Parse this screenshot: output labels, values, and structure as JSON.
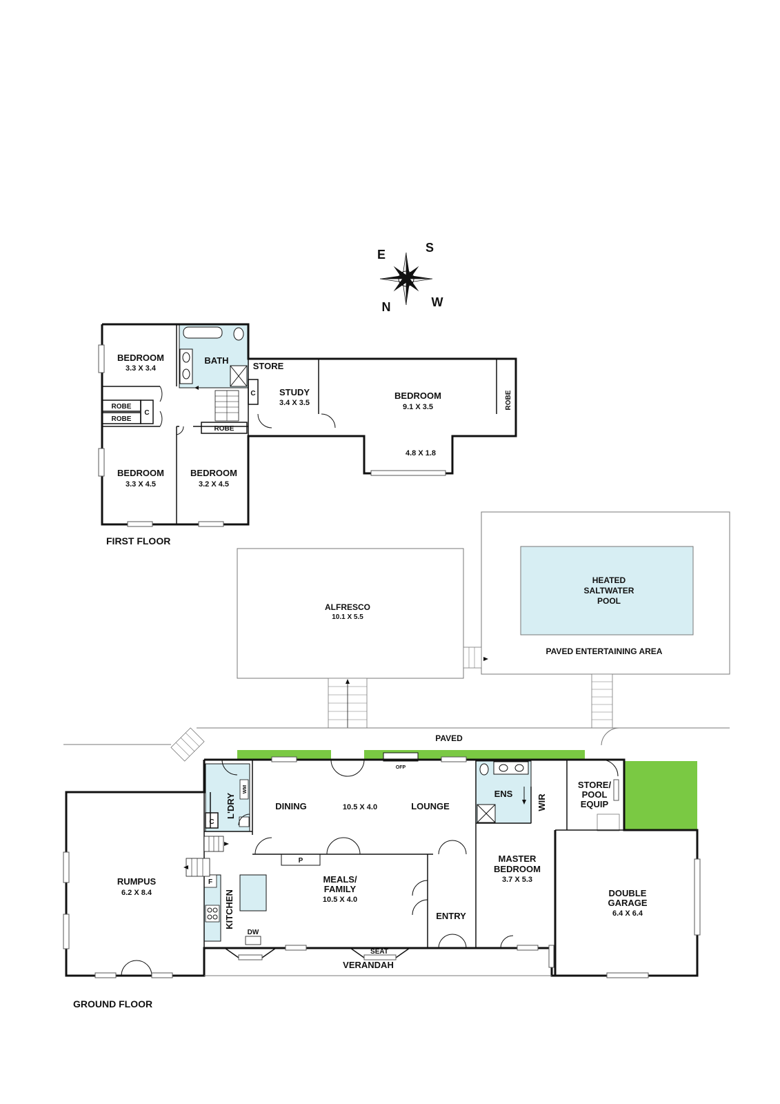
{
  "compass": {
    "east": "E",
    "south": "S",
    "west": "W",
    "north": "N"
  },
  "first_floor": {
    "label": "FIRST FLOOR",
    "bedroom_nw": {
      "name": "BEDROOM",
      "dims": "3.3 X 3.4"
    },
    "bath": {
      "name": "BATH"
    },
    "store": {
      "name": "STORE"
    },
    "closet_c1": {
      "name": "C"
    },
    "closet_c2": {
      "name": "C"
    },
    "robe_a": {
      "name": "ROBE"
    },
    "robe_b": {
      "name": "ROBE"
    },
    "robe_c": {
      "name": "ROBE"
    },
    "robe_d": {
      "name": "ROBE"
    },
    "study": {
      "name": "STUDY",
      "dims": "3.4 X 3.5"
    },
    "bedroom_main": {
      "name": "BEDROOM",
      "dims": "9.1 X 3.5",
      "bay_dims": "4.8 X 1.8"
    },
    "bedroom_sw": {
      "name": "BEDROOM",
      "dims": "3.3 X 4.5"
    },
    "bedroom_s": {
      "name": "BEDROOM",
      "dims": "3.2 X 4.5"
    }
  },
  "outdoor": {
    "alfresco": {
      "name": "ALFRESCO",
      "dims": "10.1 X 5.5"
    },
    "pool": {
      "line1": "HEATED",
      "line2": "SALTWATER",
      "line3": "POOL"
    },
    "paved_entertaining": "PAVED ENTERTAINING AREA",
    "paved": "PAVED"
  },
  "ground_floor": {
    "label": "GROUND FLOOR",
    "rumpus": {
      "name": "RUMPUS",
      "dims": "6.2 X 8.4"
    },
    "laundry": {
      "name": "L'DRY",
      "wm": "WM"
    },
    "closet_c": {
      "name": "C"
    },
    "dining": {
      "name": "DINING"
    },
    "dining_lounge_dims": "10.5 X 4.0",
    "lounge": {
      "name": "LOUNGE"
    },
    "ofp": "OFP",
    "pantry": "P",
    "fridge": "F",
    "kitchen": {
      "name": "KITCHEN"
    },
    "dw": "DW",
    "meals": {
      "line1": "MEALS/",
      "line2": "FAMILY",
      "dims": "10.5 X 4.0"
    },
    "seat": "SEAT",
    "verandah": "VERANDAH",
    "entry": "ENTRY",
    "ensuite": {
      "name": "ENS"
    },
    "wir": {
      "name": "WIR"
    },
    "master": {
      "line1": "MASTER",
      "line2": "BEDROOM",
      "dims": "3.7 X 5.3"
    },
    "store_pool": {
      "line1": "STORE/",
      "line2": "POOL",
      "line3": "EQUIP"
    },
    "garage": {
      "line1": "DOUBLE",
      "line2": "GARAGE",
      "dims": "6.4 X 6.4"
    }
  },
  "colors": {
    "wet_area": "#d7eef3",
    "pool": "#d7eef3",
    "hedge": "#7ac943",
    "wall": "#111111"
  }
}
